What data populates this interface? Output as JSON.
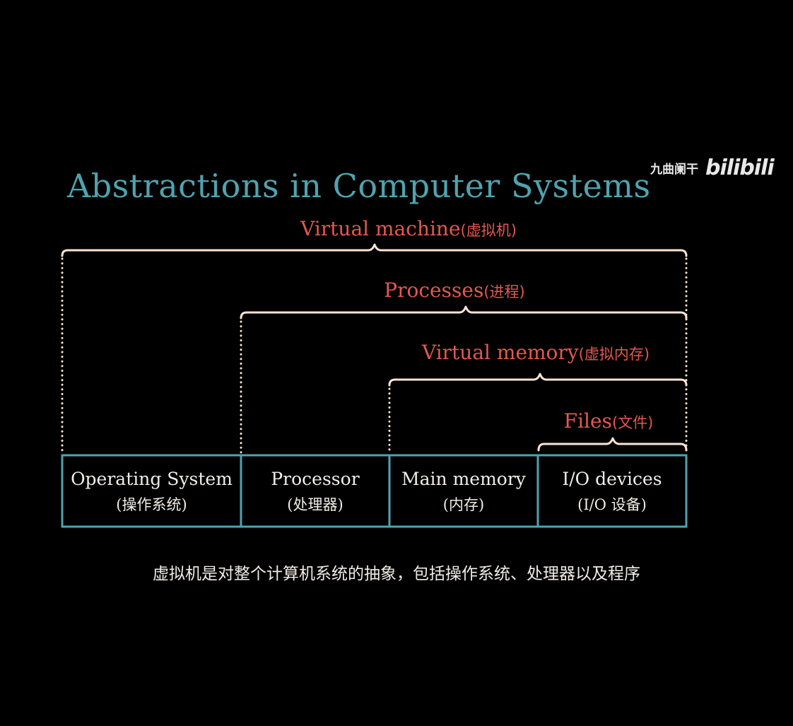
{
  "title": "Abstractions in Computer Systems",
  "watermark": {
    "channel": "九曲阑干",
    "logo": "bilibili"
  },
  "layers": [
    {
      "name": "Virtual machine",
      "name_cn": "(虚拟机)"
    },
    {
      "name": "Processes",
      "name_cn": "(进程)"
    },
    {
      "name": "Virtual memory",
      "name_cn": "(虚拟内存)"
    },
    {
      "name": "Files",
      "name_cn": "(文件)"
    }
  ],
  "components": [
    {
      "label": "Operating System",
      "label_cn": "(操作系统)"
    },
    {
      "label": "Processor",
      "label_cn": "(处理器)"
    },
    {
      "label": "Main memory",
      "label_cn": "(内存)"
    },
    {
      "label": "I/O devices",
      "label_cn": "(I/O 设备)"
    }
  ],
  "caption": "虚拟机是对整个计算机系统的抽象，包括操作系统、处理器以及程序",
  "colors": {
    "background": "#000000",
    "title": "#4fa3ae",
    "layer_label": "#e4584f",
    "box_border": "#4fa3ae",
    "bracket": "#fbe3d4",
    "text": "#f2ece6"
  }
}
